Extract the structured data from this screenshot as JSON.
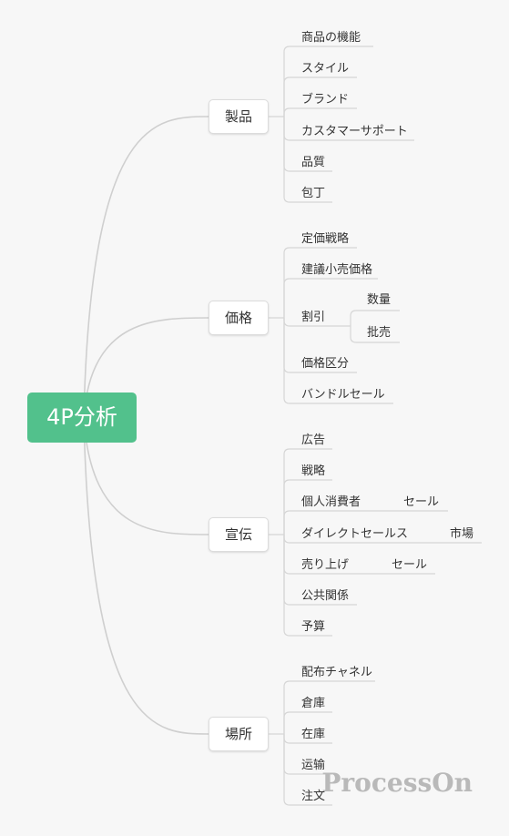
{
  "root": {
    "label": "4P分析"
  },
  "colors": {
    "root_fill": "#52c18c",
    "curve": "#cfcfcf",
    "underline": "#d6d6d6",
    "watermark": "#b9b9b9"
  },
  "branches": [
    {
      "label": "製品",
      "children": [
        {
          "label": "商品の機能"
        },
        {
          "label": "スタイル"
        },
        {
          "label": "ブランド"
        },
        {
          "label": "カスタマーサポート"
        },
        {
          "label": "品質"
        },
        {
          "label": "包丁"
        }
      ]
    },
    {
      "label": "価格",
      "children": [
        {
          "label": "定価戦略"
        },
        {
          "label": "建議小売価格"
        },
        {
          "label": "割引",
          "children": [
            {
              "label": "数量"
            },
            {
              "label": "批売"
            }
          ]
        },
        {
          "label": "価格区分"
        },
        {
          "label": "バンドルセール"
        }
      ]
    },
    {
      "label": "宣伝",
      "children": [
        {
          "label": "広告"
        },
        {
          "label": "戦略"
        },
        {
          "label": "個人消費者",
          "children": [
            {
              "label": "セール"
            }
          ]
        },
        {
          "label": "ダイレクトセールス",
          "children": [
            {
              "label": "市場"
            }
          ]
        },
        {
          "label": "売り上げ",
          "children": [
            {
              "label": "セール"
            }
          ]
        },
        {
          "label": "公共関係"
        },
        {
          "label": "予算"
        }
      ]
    },
    {
      "label": "場所",
      "children": [
        {
          "label": "配布チャネル"
        },
        {
          "label": "倉庫"
        },
        {
          "label": "在庫"
        },
        {
          "label": "运输"
        },
        {
          "label": "注文"
        }
      ]
    }
  ],
  "watermark": "ProcessOn"
}
